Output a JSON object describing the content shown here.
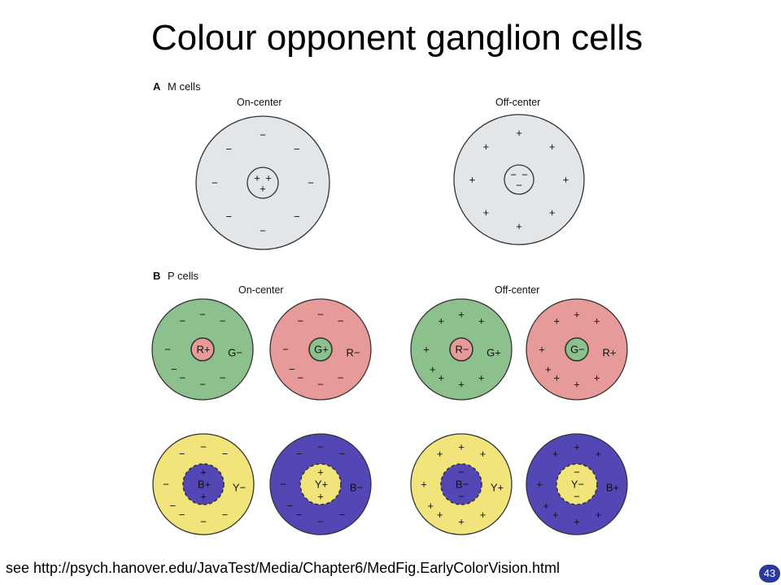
{
  "title": "Colour opponent ganglion cells",
  "source": "see http://psych.hanover.edu/JavaTest/Media/Chapter6/MedFig.EarlyColorVision.html",
  "page_number": "43",
  "colors": {
    "gray_fill": "#e2e6e8",
    "green_fill": "#8cc08c",
    "red_fill": "#e79a9a",
    "yellow_fill": "#f1e47a",
    "blue_fill": "#5347b5",
    "outline": "#333333",
    "badge": "#2b3a9a"
  },
  "figure": {
    "sections": [
      {
        "letter": "A",
        "name": "M cells"
      },
      {
        "letter": "B",
        "name": "P cells"
      }
    ],
    "m_cells": {
      "on_center_label": "On-center",
      "off_center_label": "Off-center",
      "cells": [
        {
          "name": "m-on-center",
          "surround_color": "gray",
          "center_color": "gray",
          "center_signs": [
            "+",
            "+",
            "+"
          ],
          "surround_signs": [
            "−",
            "−",
            "−",
            "−",
            "−",
            "−",
            "−",
            "−"
          ]
        },
        {
          "name": "m-off-center",
          "surround_color": "gray",
          "center_color": "gray",
          "center_signs": [
            "−",
            "−",
            "−"
          ],
          "surround_signs": [
            "+",
            "+",
            "+",
            "+",
            "+",
            "+",
            "+",
            "+"
          ]
        }
      ]
    },
    "p_cells": {
      "on_center_label": "On-center",
      "off_center_label": "Off-center",
      "cells": [
        {
          "name": "r-on-g-off",
          "surround_color": "green",
          "center_color": "red",
          "center_label": "R+",
          "surround_label": "G−",
          "surround_sign": "−",
          "dashed": false
        },
        {
          "name": "g-on-r-off",
          "surround_color": "red",
          "center_color": "green",
          "center_label": "G+",
          "surround_label": "R−",
          "surround_sign": "−",
          "dashed": false
        },
        {
          "name": "r-off-g-on",
          "surround_color": "green",
          "center_color": "red",
          "center_label": "R−",
          "surround_label": "G+",
          "surround_sign": "+",
          "dashed": false
        },
        {
          "name": "g-off-r-on",
          "surround_color": "red",
          "center_color": "green",
          "center_label": "G−",
          "surround_label": "R+",
          "surround_sign": "+",
          "dashed": false
        },
        {
          "name": "b-on-y-off",
          "surround_color": "yellow",
          "center_color": "blue",
          "center_label": "B+",
          "surround_label": "Y−",
          "surround_sign": "−",
          "center_sign": "+",
          "dashed": true
        },
        {
          "name": "y-on-b-off",
          "surround_color": "blue",
          "center_color": "yellow",
          "center_label": "Y+",
          "surround_label": "B−",
          "surround_sign": "−",
          "center_sign": "+",
          "dashed": true
        },
        {
          "name": "b-off-y-on",
          "surround_color": "yellow",
          "center_color": "blue",
          "center_label": "B−",
          "surround_label": "Y+",
          "surround_sign": "+",
          "center_sign": "−",
          "dashed": true
        },
        {
          "name": "y-off-b-on",
          "surround_color": "blue",
          "center_color": "yellow",
          "center_label": "Y−",
          "surround_label": "B+",
          "surround_sign": "+",
          "center_sign": "−",
          "dashed": true
        }
      ]
    }
  }
}
